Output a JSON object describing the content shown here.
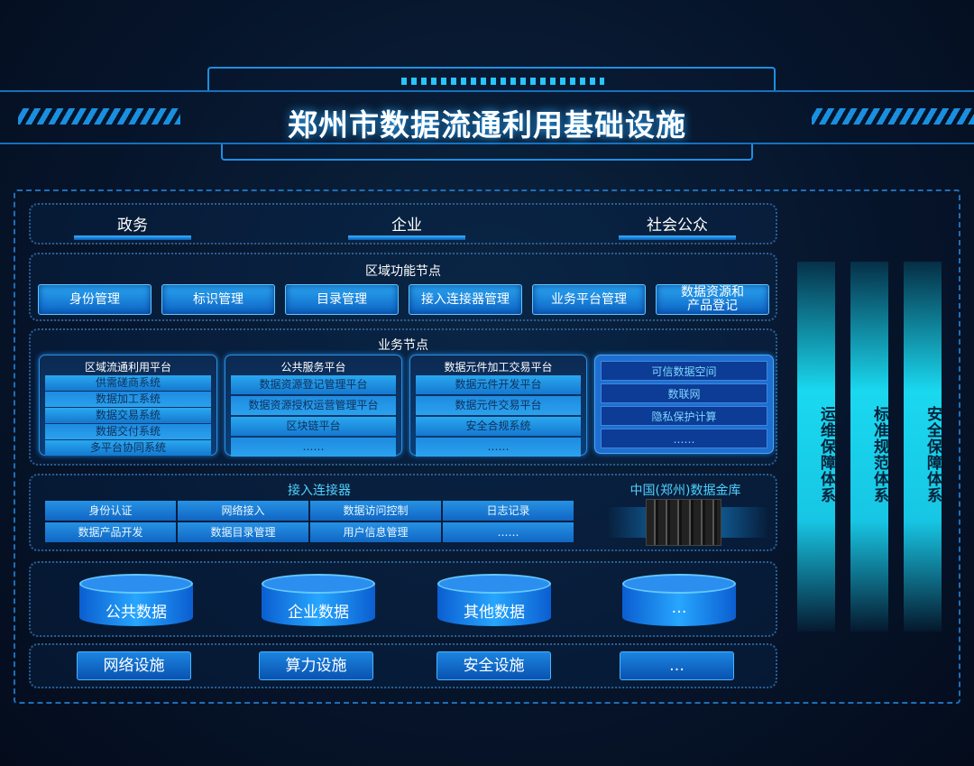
{
  "title": "郑州市数据流通利用基础设施",
  "users": [
    "政务",
    "企业",
    "社会公众"
  ],
  "functional": {
    "title": "区域功能节点",
    "items": [
      "身份管理",
      "标识管理",
      "目录管理",
      "接入连接器管理",
      "业务平台管理",
      "数据资源和产品登记"
    ]
  },
  "business": {
    "title": "业务节点",
    "panels": [
      {
        "title": "区域流通利用平台",
        "items": [
          "供需磋商系统",
          "数据加工系统",
          "数据交易系统",
          "数据交付系统",
          "多平台协同系统"
        ]
      },
      {
        "title": "公共服务平台",
        "items": [
          "数据资源登记管理平台",
          "数据资源授权运营管理平台",
          "区块链平台",
          "……"
        ]
      },
      {
        "title": "数据元件加工交易平台",
        "items": [
          "数据元件开发平台",
          "数据元件交易平台",
          "安全合规系统",
          "……"
        ]
      },
      {
        "items": [
          "可信数据空间",
          "数联网",
          "隐私保护计算",
          "……"
        ]
      }
    ]
  },
  "connector": {
    "title": "接入连接器",
    "items": [
      "身份认证",
      "网络接入",
      "数据访问控制",
      "日志记录",
      "数据产品开发",
      "数据目录管理",
      "用户信息管理",
      "……"
    ],
    "vault": "中国(郑州)数据金库"
  },
  "data": [
    "公共数据",
    "企业数据",
    "其他数据",
    "…"
  ],
  "infra": [
    "网络设施",
    "算力设施",
    "安全设施",
    "…"
  ],
  "systems": [
    "运维保障体系",
    "标准规范体系",
    "安全保障体系"
  ]
}
